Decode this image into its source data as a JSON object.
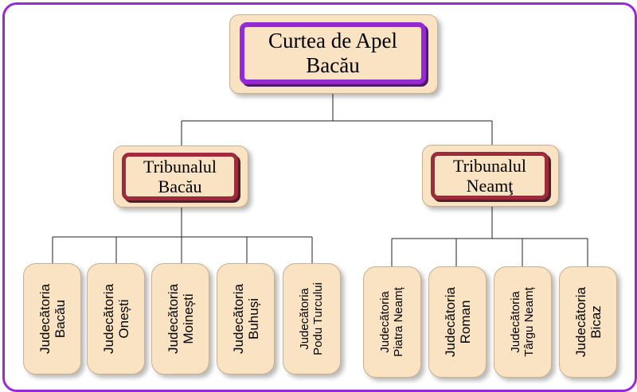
{
  "root": {
    "label": "Curtea de Apel\nBacău"
  },
  "tribunals": [
    {
      "label": "Tribunalul\nBacău"
    },
    {
      "label": "Tribunalul\nNeamţ"
    }
  ],
  "courts_bacau": [
    {
      "label": "Judecătoria\nBacău"
    },
    {
      "label": "Judecătoria\nOnești"
    },
    {
      "label": "Judecătoria\nMoinești"
    },
    {
      "label": "Judecătoria\nBuhuși"
    },
    {
      "label": "Judecătoria\nPodu Turcului"
    }
  ],
  "courts_neamt": [
    {
      "label": "Judecătoria\nPiatra Neamț"
    },
    {
      "label": "Judecătoria\nRoman"
    },
    {
      "label": "Judecătoria\nTârgu Neamț"
    },
    {
      "label": "Judecătoria\nBicaz"
    }
  ],
  "colors": {
    "frame": "#9a28d8",
    "root_border": "#9629d6",
    "tribunal_border": "#9c2b3b",
    "box_fill": "#f9e3c3"
  }
}
